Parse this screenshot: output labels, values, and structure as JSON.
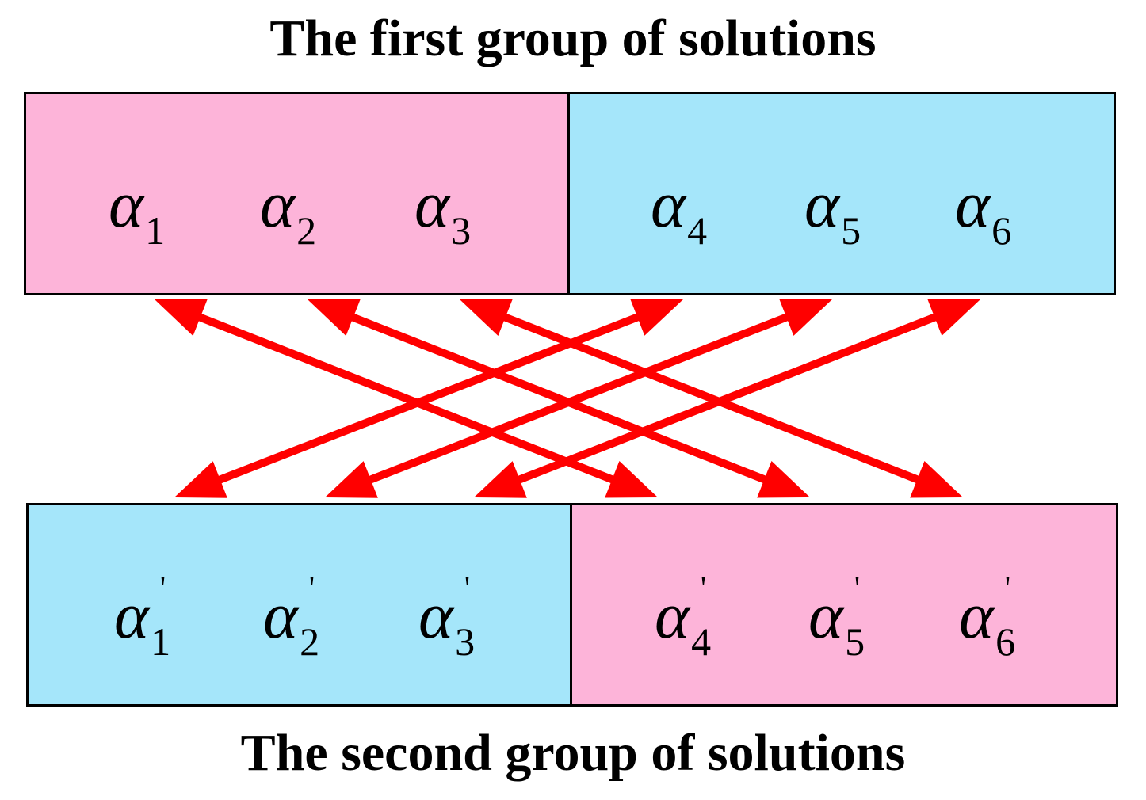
{
  "titles": {
    "top": "The first group of solutions",
    "bottom": "The second group of solutions"
  },
  "colors": {
    "pink": "#FDB4D9",
    "blue": "#A5E6FA",
    "arrow": "#FF0000",
    "border": "#000000"
  },
  "top_row": {
    "symbol": "α",
    "items": [
      {
        "sub": "1"
      },
      {
        "sub": "2"
      },
      {
        "sub": "3"
      },
      {
        "sub": "4"
      },
      {
        "sub": "5"
      },
      {
        "sub": "6"
      }
    ]
  },
  "bottom_row": {
    "symbol": "α",
    "prime": "'",
    "items": [
      {
        "sub": "1"
      },
      {
        "sub": "2"
      },
      {
        "sub": "3"
      },
      {
        "sub": "4"
      },
      {
        "sub": "5"
      },
      {
        "sub": "6"
      }
    ]
  },
  "connections": [
    {
      "from": 1,
      "to": 4
    },
    {
      "from": 2,
      "to": 5
    },
    {
      "from": 3,
      "to": 6
    },
    {
      "from": 4,
      "to": 1
    },
    {
      "from": 5,
      "to": 2
    },
    {
      "from": 6,
      "to": 3
    }
  ]
}
